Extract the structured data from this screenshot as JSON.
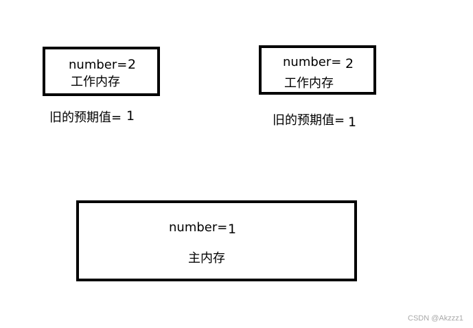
{
  "diagram": {
    "left_work_memory": {
      "var_label": "number=",
      "var_value": "2",
      "title": "工作内存",
      "expected_label": "旧的预期值=",
      "expected_value": "1"
    },
    "right_work_memory": {
      "var_label": "number=",
      "var_value": "2",
      "title": "工作内存",
      "expected_label": "旧的预期值=",
      "expected_value": "1"
    },
    "main_memory": {
      "var_label": "number=",
      "var_value": "1",
      "title": "主内存"
    }
  },
  "watermark": "CSDN @Akzzz1"
}
